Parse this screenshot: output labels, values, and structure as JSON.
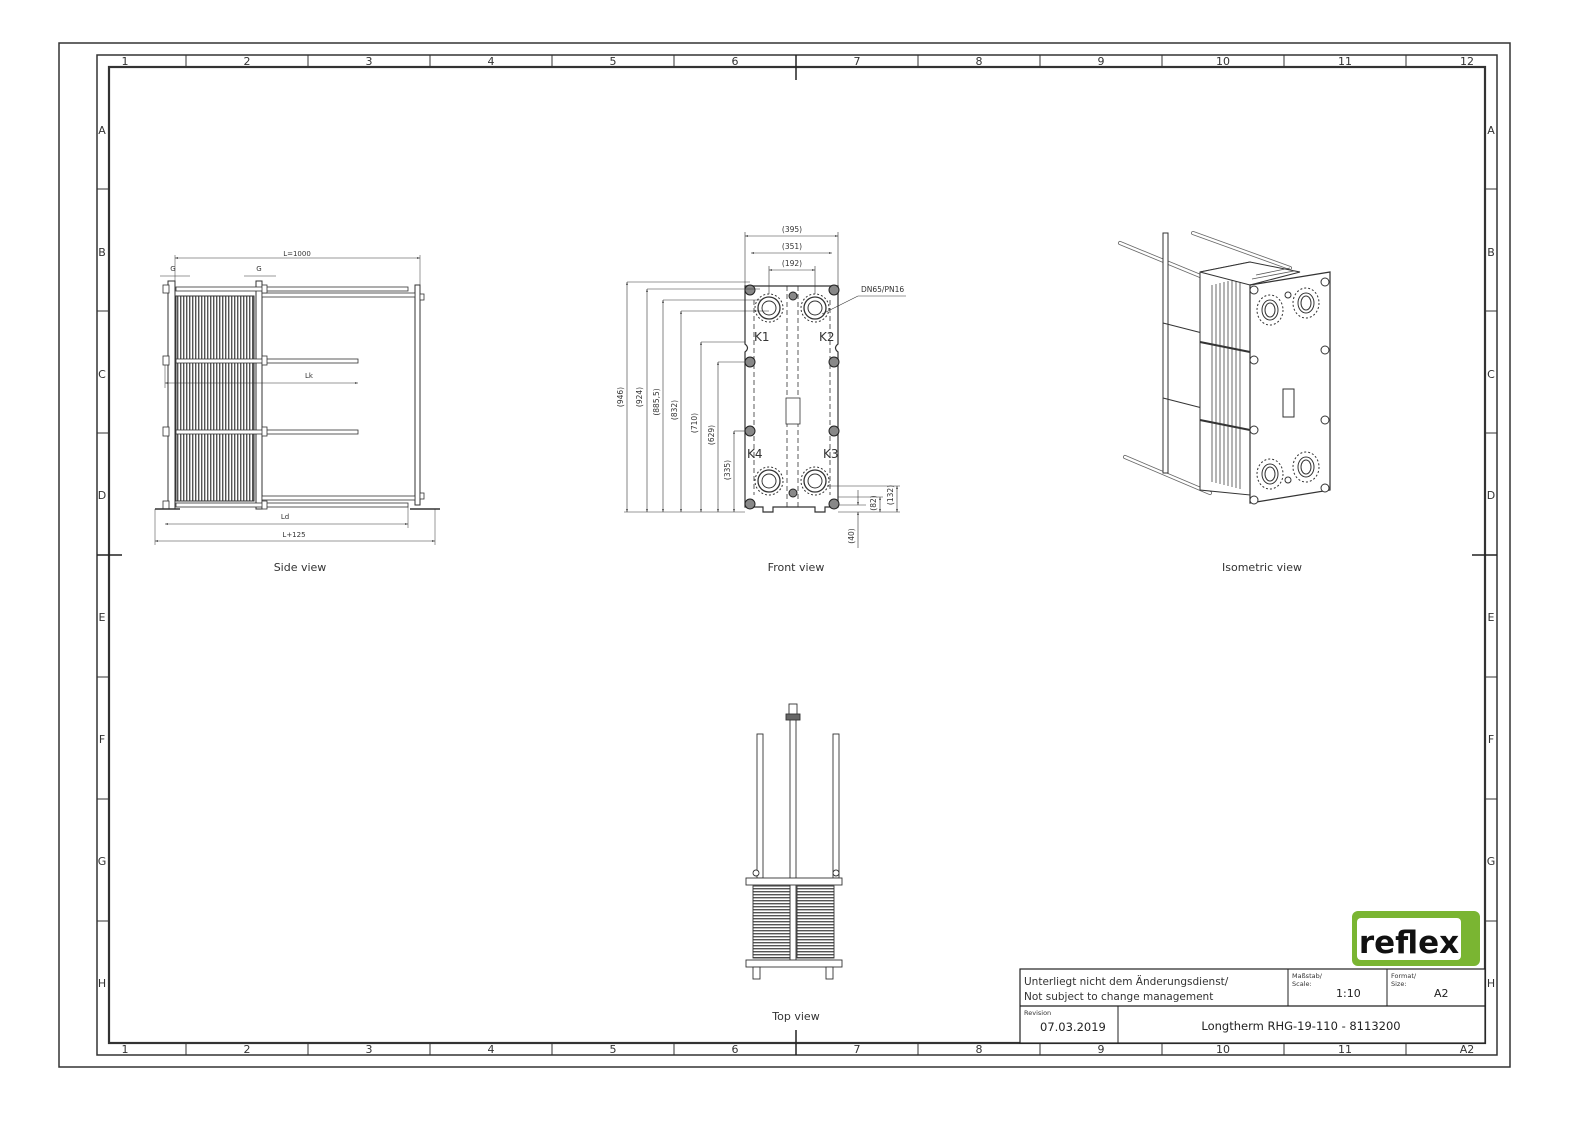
{
  "sheet": {
    "columns": [
      "1",
      "2",
      "3",
      "4",
      "5",
      "6",
      "7",
      "8",
      "9",
      "10",
      "11",
      "12"
    ],
    "bottom_columns": [
      "1",
      "2",
      "3",
      "4",
      "5",
      "6",
      "7",
      "8",
      "9",
      "10",
      "11",
      "A2"
    ],
    "rows": [
      "A",
      "B",
      "C",
      "D",
      "E",
      "F",
      "G",
      "H"
    ]
  },
  "views": {
    "side": {
      "caption": "Side view",
      "dims": {
        "L": "L=1000",
        "G1": "G",
        "G2": "G",
        "Lk": "Lk",
        "Ld": "Ld",
        "L125": "L+125"
      }
    },
    "front": {
      "caption": "Front view",
      "widths": [
        "(395)",
        "(351)",
        "(192)"
      ],
      "heights": [
        "(946)",
        "(924)",
        "(885,5)",
        "(832)",
        "(710)",
        "(629)",
        "(335)"
      ],
      "right_dims": [
        "(132)",
        "(82)",
        "(40)"
      ],
      "connection_label": "DN65/PN16",
      "ports": [
        "K1",
        "K2",
        "K3",
        "K4"
      ]
    },
    "isometric": {
      "caption": "Isometric view"
    },
    "top": {
      "caption": "Top view"
    }
  },
  "title_block": {
    "logo": "reflex",
    "logo_color": "#7ab532",
    "notice_de": "Unterliegt nicht dem Änderungsdienst/",
    "notice_en": "Not subject to change management",
    "scale_label_de": "Maßstab/",
    "scale_label_en": "Scale:",
    "scale_value": "1:10",
    "format_label_de": "Format/",
    "format_label_en": "Size:",
    "format_value": "A2",
    "revision_label": "Revision",
    "revision_date": "07.03.2019",
    "drawing_title": "Longtherm RHG-19-110 - 8113200"
  }
}
